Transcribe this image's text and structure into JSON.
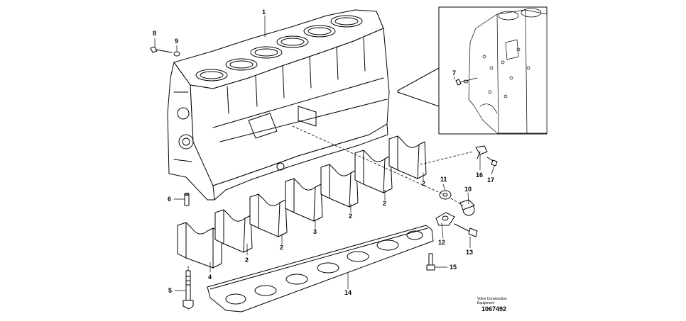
{
  "callouts": [
    {
      "id": "c1",
      "label": "1"
    },
    {
      "id": "c2a",
      "label": "2"
    },
    {
      "id": "c2b",
      "label": "2"
    },
    {
      "id": "c2c",
      "label": "2"
    },
    {
      "id": "c2d",
      "label": "2"
    },
    {
      "id": "c2e",
      "label": "2"
    },
    {
      "id": "c3",
      "label": "3"
    },
    {
      "id": "c4",
      "label": "4"
    },
    {
      "id": "c5",
      "label": "5"
    },
    {
      "id": "c6",
      "label": "6"
    },
    {
      "id": "c7",
      "label": "7"
    },
    {
      "id": "c8",
      "label": "8"
    },
    {
      "id": "c9",
      "label": "9"
    },
    {
      "id": "c10",
      "label": "10"
    },
    {
      "id": "c11",
      "label": "11"
    },
    {
      "id": "c12",
      "label": "12"
    },
    {
      "id": "c13",
      "label": "13"
    },
    {
      "id": "c14",
      "label": "14"
    },
    {
      "id": "c15",
      "label": "15"
    },
    {
      "id": "c16",
      "label": "16"
    },
    {
      "id": "c17",
      "label": "17"
    }
  ],
  "credit": {
    "line1": "Volvo Construction",
    "line2": "Equipment",
    "drawing_id": "1067492"
  }
}
